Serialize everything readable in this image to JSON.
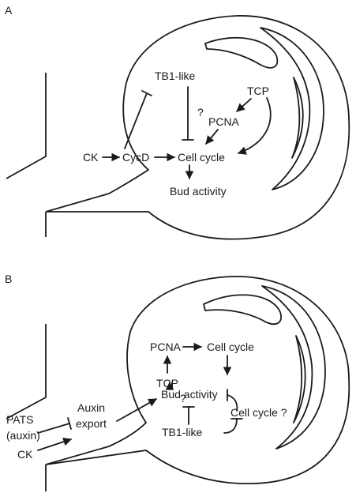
{
  "panel_a": {
    "letter": "A",
    "labels": {
      "tb1": "TB1-like",
      "question": "?",
      "tcp": "TCP",
      "pcna": "PCNA",
      "ck": "CK",
      "cycd": "CycD",
      "cell_cycle": "Cell cycle",
      "bud_activity": "Bud activity"
    }
  },
  "panel_b": {
    "letter": "B",
    "labels": {
      "pcna": "PCNA",
      "cell_cycle_top": "Cell cycle",
      "tcp": "TCP",
      "question_tcp": "?",
      "bud_activity": "Bud activity",
      "cell_cycle_side": "Cell cycle ?",
      "tb1": "TB1-like",
      "pats": "PATS",
      "auxin": "(auxin)",
      "ck": "CK",
      "auxin_word": "Auxin",
      "export_word": "export"
    }
  },
  "colors": {
    "ink": "#1a1a1a",
    "background": "#ffffff"
  }
}
